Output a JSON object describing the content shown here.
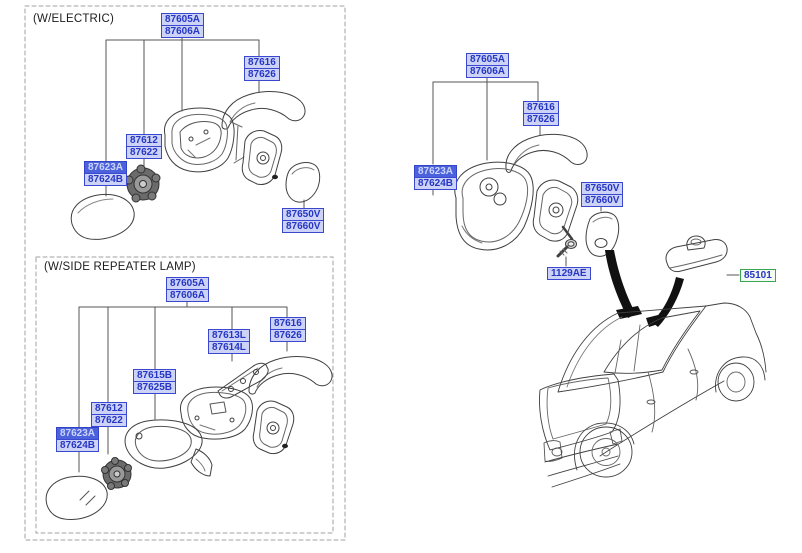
{
  "diagram_type": "parts-catalog-exploded-view",
  "colors": {
    "label_text": "#2636c4",
    "label_bg": "#ccd3f6",
    "label_border": "#3a48cf",
    "label_highlight_bg": "#4c62dd",
    "label_highlight_text": "#cdd6fa",
    "green_label_border": "#3aa64f",
    "line_art": "#404040",
    "dashed_border": "#a0a0a0",
    "arrow_fill": "#111111"
  },
  "panels": {
    "electric": {
      "title": "(W/ELECTRIC)",
      "labels": {
        "assy": {
          "l1": "87605A",
          "l2": "87606A",
          "highlighted": false
        },
        "cover": {
          "l1": "87616",
          "l2": "87626",
          "highlighted": false
        },
        "actuator": {
          "l1": "87612",
          "l2": "87622",
          "highlighted": false
        },
        "glass": {
          "l1": "87623A",
          "l2": "87624B",
          "highlighted": true
        },
        "base_cover": {
          "l1": "87650V",
          "l2": "87660V",
          "highlighted": false
        }
      }
    },
    "repeater": {
      "title": "(W/SIDE REPEATER LAMP)",
      "labels": {
        "assy": {
          "l1": "87605A",
          "l2": "87606A",
          "highlighted": false
        },
        "lamp": {
          "l1": "87613L",
          "l2": "87614L",
          "highlighted": false
        },
        "cover": {
          "l1": "87616",
          "l2": "87626",
          "highlighted": false
        },
        "housing": {
          "l1": "87615B",
          "l2": "87625B",
          "highlighted": false
        },
        "actuator": {
          "l1": "87612",
          "l2": "87622",
          "highlighted": false
        },
        "glass": {
          "l1": "87623A",
          "l2": "87624B",
          "highlighted": true
        }
      }
    },
    "main": {
      "labels": {
        "assy": {
          "l1": "87605A",
          "l2": "87606A",
          "highlighted": false
        },
        "cover": {
          "l1": "87616",
          "l2": "87626",
          "highlighted": false
        },
        "glass": {
          "l1": "87623A",
          "l2": "87624B",
          "highlighted": true
        },
        "base_cover": {
          "l1": "87650V",
          "l2": "87660V",
          "highlighted": false
        },
        "screw": {
          "l1": "1129AE",
          "highlighted": false
        },
        "inside_mirror": {
          "l1": "85101",
          "highlighted": false,
          "style": "green"
        }
      }
    }
  }
}
